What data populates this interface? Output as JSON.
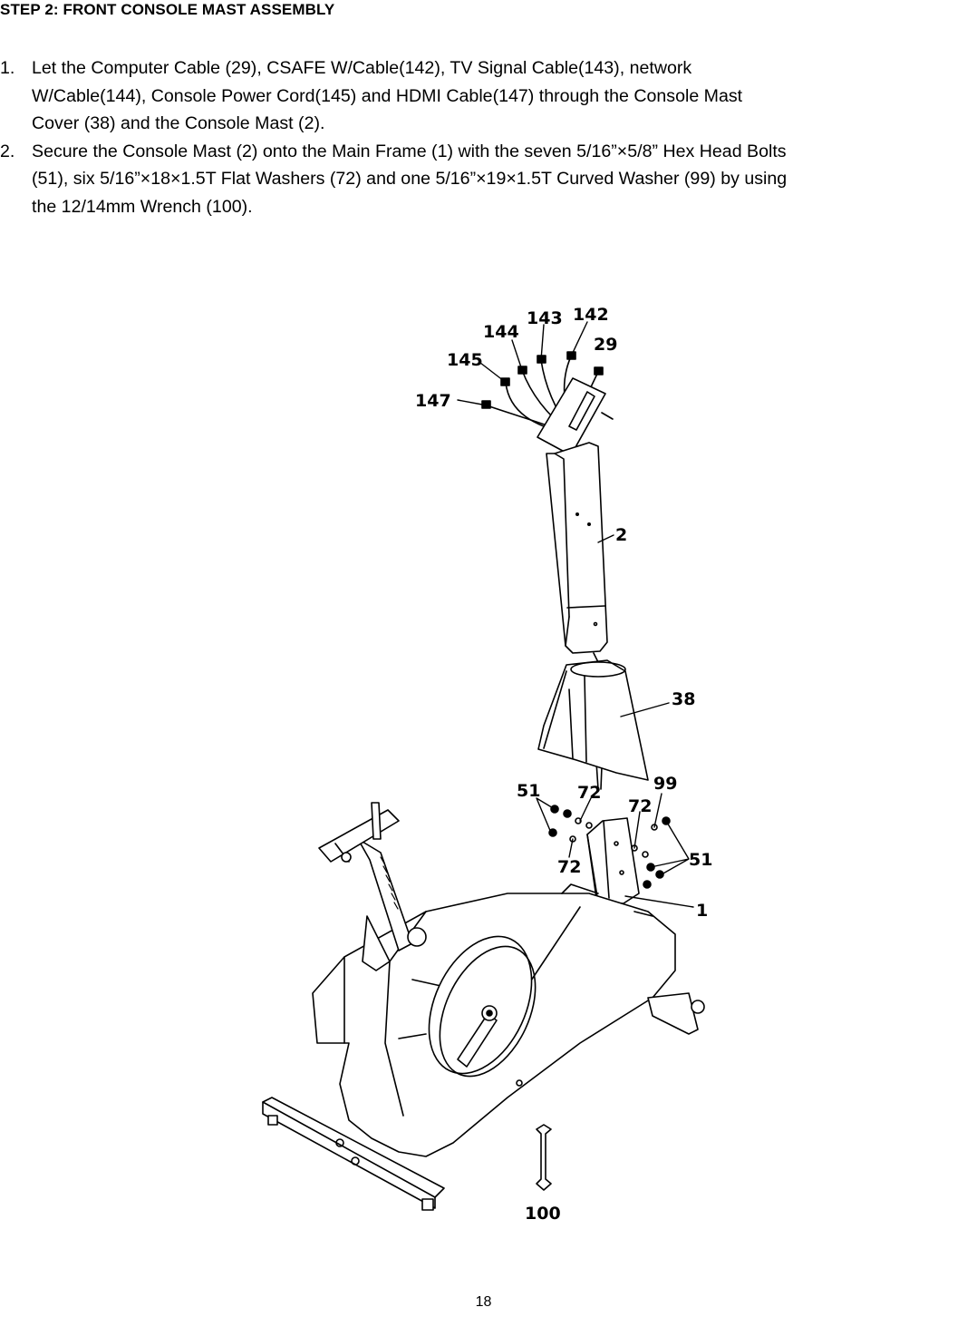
{
  "heading": "STEP 2: FRONT CONSOLE MAST ASSEMBLY",
  "steps": [
    {
      "number": "1.",
      "lines": [
        "Let the Computer Cable (29), CSAFE W/Cable(142), TV Signal Cable(143), network",
        "W/Cable(144), Console Power Cord(145) and HDMI Cable(147) through the Console Mast",
        "Cover (38) and the Console Mast (2)."
      ]
    },
    {
      "number": "2.",
      "lines": [
        "Secure the Console Mast (2) onto the Main Frame (1) with the seven 5/16”×5/8” Hex Head Bolts",
        "(51), six 5/16”×18×1.5T Flat Washers (72) and one 5/16”×19×1.5T Curved Washer (99) by using",
        "the 12/14mm Wrench (100)."
      ]
    }
  ],
  "callouts": {
    "c143": "143",
    "c142": "142",
    "c144": "144",
    "c29": "29",
    "c145": "145",
    "c147": "147",
    "c2": "2",
    "c38": "38",
    "c51a": "51",
    "c72a": "72",
    "c99": "99",
    "c72b": "72",
    "c51b": "51",
    "c72c": "72",
    "c1": "1",
    "c100": "100"
  },
  "page_number": "18"
}
